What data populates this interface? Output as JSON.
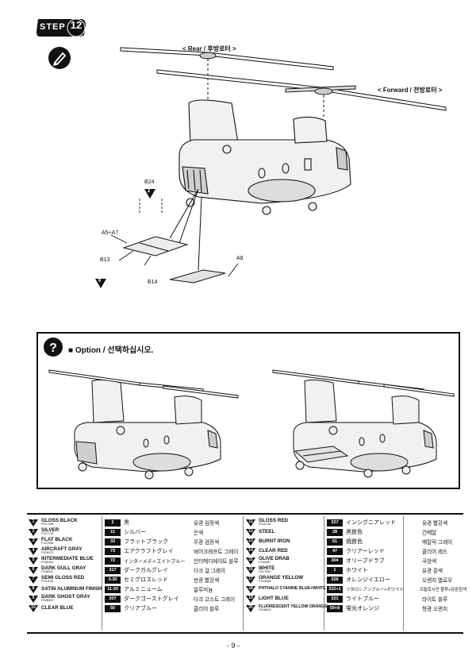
{
  "step": {
    "label": "STEP",
    "number": "12"
  },
  "labels": {
    "rear_rotor": "< Rear / 후방로터 >",
    "forward_rotor": "< Forward / 전방로터 >"
  },
  "parts": {
    "b24": "B24",
    "b24_badge": "2",
    "a5a7": "A5+A7",
    "b13": "B13",
    "b14": "B14",
    "b_badge": "6",
    "a8": "A8"
  },
  "option": {
    "title": "■ Option / 선택하십시오."
  },
  "palette": {
    "col1": [
      {
        "n": "1",
        "name": "GLOSS BLACK",
        "fs": "FS17038"
      },
      {
        "n": "2",
        "name": "SILVER",
        "fs": "FS17178"
      },
      {
        "n": "3",
        "name": "FLAT BLACK",
        "fs": "FS37038"
      },
      {
        "n": "4",
        "name": "AIRCRAFT GRAY",
        "fs": "FS16473"
      },
      {
        "n": "5",
        "name": "INTERMEDIATE BLUE",
        "fs": "FS35164"
      },
      {
        "n": "6",
        "name": "DARK GULL GRAY",
        "fs": "FS36231"
      },
      {
        "n": "7",
        "name": "SEMI GLOSS RED",
        "fs": "FS21136"
      },
      {
        "n": "8",
        "name": "SATIN ALUMINUM FINISH",
        "fs": ""
      },
      {
        "n": "9",
        "name": "DARK GHOST GRAY",
        "fs": "FS36320"
      },
      {
        "n": "10",
        "name": "CLEAR BLUE",
        "fs": ""
      }
    ],
    "col2": [
      {
        "code": "2",
        "jp": "黒",
        "ko": "유광 검정색"
      },
      {
        "code": "11",
        "jp": "シルバー",
        "ko": "은색"
      },
      {
        "code": "33",
        "jp": "フラットブラック",
        "ko": "무광 검정색"
      },
      {
        "code": "73",
        "jp": "エアクラフトグレイ",
        "ko": "에어크래프트 그레이"
      },
      {
        "code": "72",
        "jp": "インターメディエイトブルー",
        "ko": "인터메디에이트 블루"
      },
      {
        "code": "317",
        "jp": "ダークガルグレイ",
        "ko": "다크 걸 그레이"
      },
      {
        "code": "3-30",
        "jp": "セミグロスレッド",
        "ko": "반광 빨강색"
      },
      {
        "code": "11-30",
        "jp": "アルミニューム",
        "ko": "알루미늄"
      },
      {
        "code": "307",
        "jp": "ダークゴーストグレイ",
        "ko": "다크 고스트 그레이"
      },
      {
        "code": "50",
        "jp": "クリアブルー",
        "ko": "클리어 블루"
      }
    ],
    "col3": [
      {
        "n": "11",
        "name": "GLOSS RED",
        "fs": "FS11136"
      },
      {
        "n": "12",
        "name": "STEEL",
        "fs": ""
      },
      {
        "n": "13",
        "name": "BURNT IRON",
        "fs": ""
      },
      {
        "n": "14",
        "name": "CLEAR RED",
        "fs": ""
      },
      {
        "n": "15",
        "name": "OLIVE DRAB",
        "fs": "FS34087"
      },
      {
        "n": "16",
        "name": "WHITE",
        "fs": "FS17925"
      },
      {
        "n": "17",
        "name": "ORANGE YELLOW",
        "fs": "FS13538"
      },
      {
        "n": "18",
        "name": "PHTHALO CYANINE BLUE+WHITE",
        "fs": ""
      },
      {
        "n": "19",
        "name": "LIGHT BLUE",
        "fs": ""
      },
      {
        "n": "20",
        "name": "FLUORESCENT YELLOW ORANGE",
        "fs": "FS28915"
      }
    ],
    "col4": [
      {
        "code": "327",
        "jp": "インシグニアレッド",
        "ko": "유광 빨강색"
      },
      {
        "code": "28",
        "jp": "黒鉄色",
        "ko": "건메탈"
      },
      {
        "code": "61",
        "jp": "焼鉄色",
        "ko": "메탈릭 그레이"
      },
      {
        "code": "47",
        "jp": "クリアーレッド",
        "ko": "클리어 레드"
      },
      {
        "code": "304",
        "jp": "オリーブドラブ",
        "ko": "국방색"
      },
      {
        "code": "1",
        "jp": "ホワイト",
        "ko": "유광 흰색"
      },
      {
        "code": "329",
        "jp": "オレンジイエロー",
        "ko": "오렌지 옐로우"
      },
      {
        "code": "322+1",
        "jp": "フタロシアンブルー+ホワイト",
        "ko": "프탈로시안 블루+유광흰색"
      },
      {
        "code": "321",
        "jp": "ライトブルー",
        "ko": "라이트 블루"
      },
      {
        "code": "59+8",
        "jp": "蛍光オレンジ",
        "ko": "형광 오렌지"
      }
    ]
  },
  "page_number": "- 9 -",
  "colors": {
    "ink": "#111111",
    "paper": "#ffffff",
    "fuselage": "#f1f1f1",
    "shade": "#cfcfcf"
  }
}
